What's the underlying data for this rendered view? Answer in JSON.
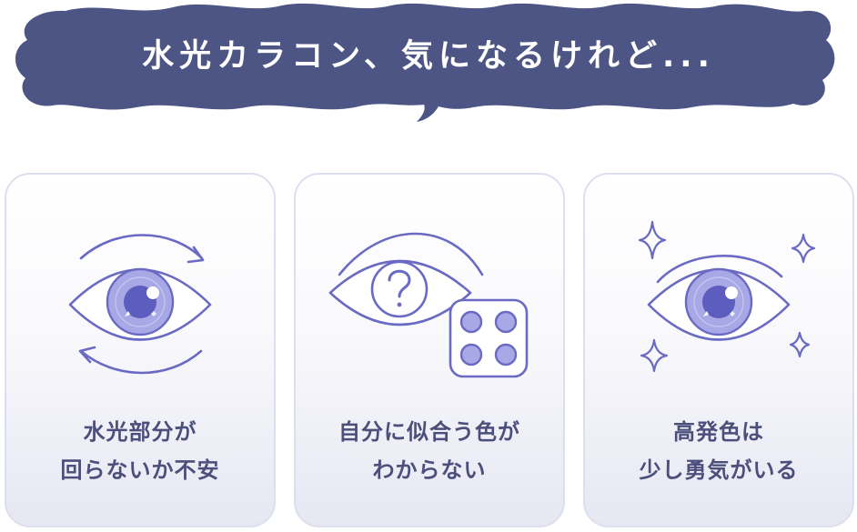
{
  "colors": {
    "navy": "#4c5584",
    "accent": "#6a6ac4",
    "iris": "#a8a8e6",
    "pupil": "#5d5dc0",
    "border": "#dcdfee",
    "text": "#4c4f7c"
  },
  "bubble": {
    "text": "水光カラコン、気になるけれど..."
  },
  "cards": [
    {
      "icon": "eye-rotate-icon",
      "line1": "水光部分が",
      "line2": "回らないか不安"
    },
    {
      "icon": "eye-question-icon",
      "line1": "自分に似合う色が",
      "line2": "わからない"
    },
    {
      "icon": "eye-sparkle-icon",
      "line1": "高発色は",
      "line2": "少し勇気がいる"
    }
  ]
}
